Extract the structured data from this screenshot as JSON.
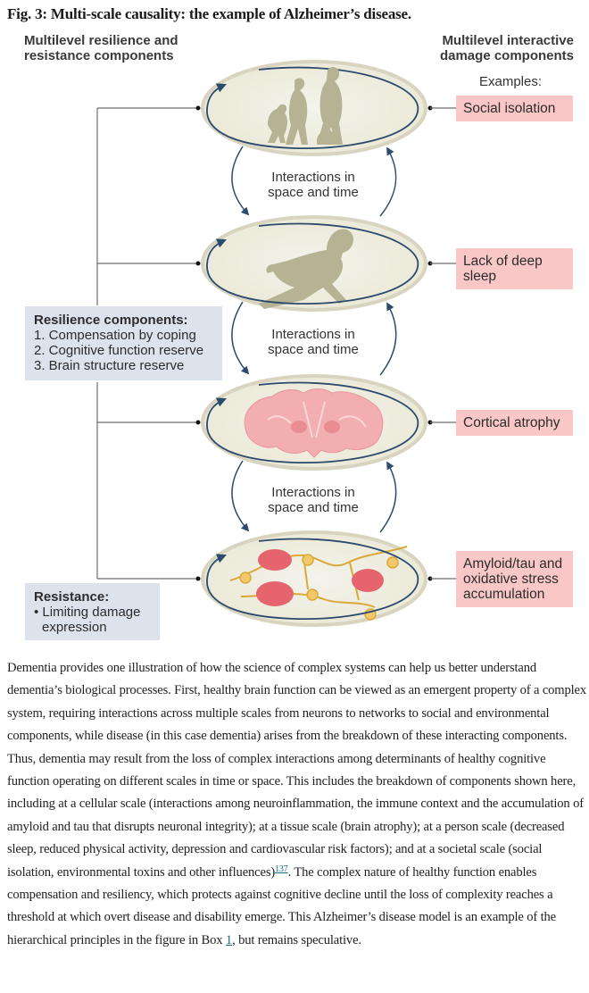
{
  "figure": {
    "title": "Fig. 3: Multi-scale causality: the example of Alzheimer’s disease.",
    "left_heading_line1": "Multilevel resilience and",
    "left_heading_line2": "resistance components",
    "right_heading_line1": "Multilevel interactive",
    "right_heading_line2": "damage components",
    "examples_label": "Examples:",
    "levels": [
      {
        "name": "societal",
        "illustration": "family-silhouette",
        "damage_line1": "Social isolation",
        "damage_line2": "",
        "damage_line3": ""
      },
      {
        "name": "person",
        "illustration": "person-silhouette",
        "damage_line1": "Lack of deep",
        "damage_line2": "sleep",
        "damage_line3": ""
      },
      {
        "name": "tissue",
        "illustration": "brain-section",
        "damage_line1": "Cortical atrophy",
        "damage_line2": "",
        "damage_line3": ""
      },
      {
        "name": "cellular",
        "illustration": "neurons-amyloid",
        "damage_line1": "Amyloid/tau and",
        "damage_line2": "oxidative stress",
        "damage_line3": "accumulation"
      }
    ],
    "interactions": [
      {
        "line1": "Interactions in",
        "line2": "space and time"
      },
      {
        "line1": "Interactions in",
        "line2": "space and time"
      },
      {
        "line1": "Interactions in",
        "line2": "space and time"
      }
    ],
    "resilience": {
      "heading": "Resilience components:",
      "items": [
        "1. Compensation by coping",
        "2. Cognitive function reserve",
        "3. Brain structure reserve"
      ]
    },
    "resistance": {
      "heading": "Resistance:",
      "item_line1": "• Limiting damage",
      "item_line2": "expression"
    },
    "colors": {
      "damage_box": "#f9c7c5",
      "resilience_box": "#dde3ec",
      "ellipse_fill": "#efede3",
      "ellipse_rim": "#d8d4bf",
      "arrow": "#2b4a6e",
      "silhouette": "#b5b394",
      "brain": "#f2aeb0",
      "neuron": "#d9a93a",
      "plaque": "#e5646e"
    }
  },
  "body": {
    "text_part1": "Dementia provides one illustration of how the science of complex systems can help us better understand dementia’s biological processes. First, healthy brain function can be viewed as an emergent property of a complex system, requiring interactions across multiple scales from neurons to networks to social and environmental components, while disease (in this case dementia) arises from the breakdown of these interacting components. Thus, dementia may result from the loss of complex interactions among determinants of healthy cognitive function operating on different scales in time or space. This includes the breakdown of components shown here, including at a cellular scale (interactions among neuroinflammation, the immune context and the accumulation of amyloid and tau that disrupts neuronal integrity); at a tissue scale (brain atrophy); at a person scale (decreased sleep, reduced physical activity, depression and cardiovascular risk factors); and at a societal scale (social isolation, environmental toxins and other influences)",
    "citation": "137",
    "text_part2": ". The complex nature of healthy function enables compensation and resiliency, which protects against cognitive decline until the loss of complexity reaches a threshold at which overt disease and disability emerge. This Alzheimer’s disease model is an example of the hierarchical principles in the figure in Box ",
    "box_link": "1",
    "text_part3": ", but remains speculative."
  }
}
